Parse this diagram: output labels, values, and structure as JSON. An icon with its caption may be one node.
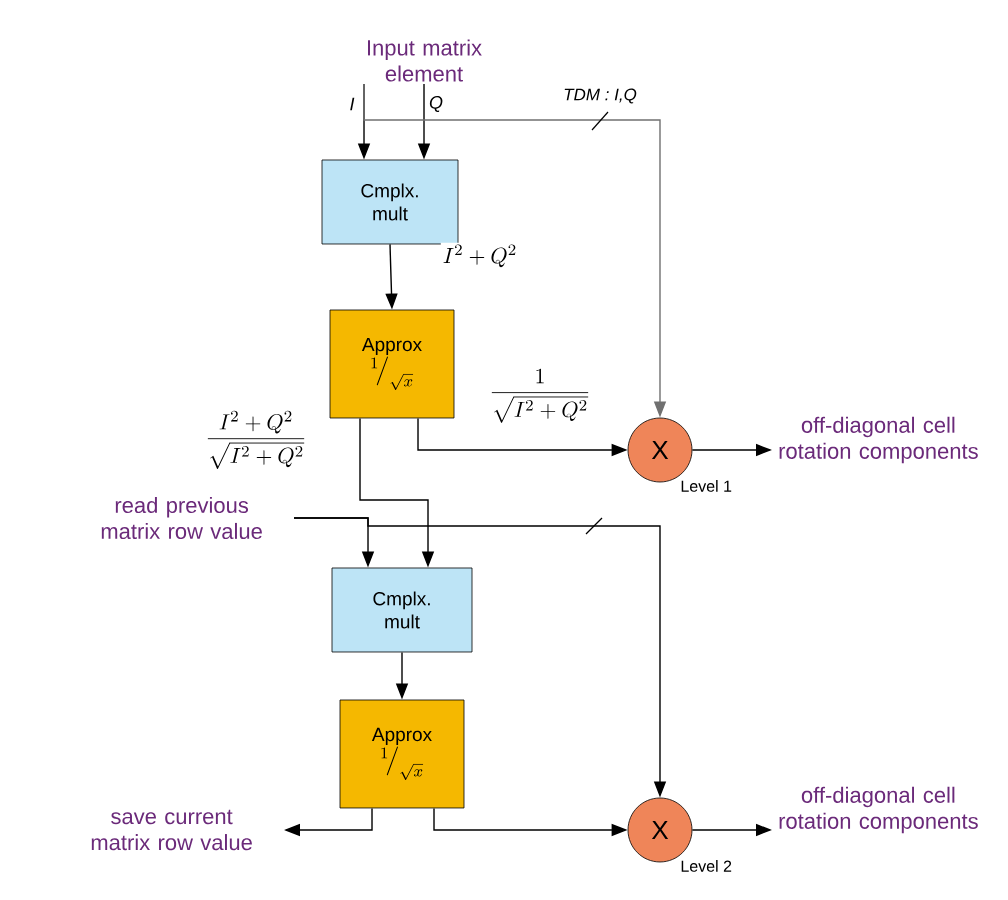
{
  "diagram": {
    "nodes": [
      {
        "text": [
          "Input matrix element"
        ]
      },
      {
        "text": [
          "Cmplx. mult"
        ]
      },
      {
        "text": [
          "Approx",
          "{}^{1}\\!\\big/_{\\sqrt{x}}"
        ]
      },
      {
        "text": [
          "X"
        ],
        "beside": [
          "Level 1"
        ]
      },
      {
        "text": [
          "off-diagonal cell rotation components"
        ]
      },
      {
        "text": [
          "read previous matrix row value"
        ]
      },
      {
        "text": [
          "Cmplx. mult"
        ]
      },
      {
        "text": [
          "Approx",
          "{}^{1}\\!\\big/_{\\sqrt{x}}"
        ]
      },
      {
        "text": [
          "X"
        ],
        "beside": [
          "Level 2"
        ]
      },
      {
        "text": [
          "off-diagonal cell rotation components"
        ]
      },
      {
        "text": [
          "save current matrix row value"
        ]
      }
    ],
    "edges": [
      {
        "from": 0,
        "to": 1,
        "arrow": "to",
        "label": "I"
      },
      {
        "from": 0,
        "to": 1,
        "arrow": "to",
        "label": "Q"
      },
      {
        "from": 0,
        "to": 3,
        "arrow": "to",
        "label": "TDM : I,Q",
        "color": "#707070"
      },
      {
        "from": 1,
        "to": 2,
        "arrow": "to",
        "label": "I^2+Q^2"
      },
      {
        "from": 2,
        "to": 3,
        "arrow": "to",
        "label": "\\frac{1}{\\sqrt{I^2+Q^2}}"
      },
      {
        "from": 2,
        "to": 6,
        "arrow": "to",
        "label": "\\frac{I^2+Q^2}{\\sqrt{I^2+Q^2}}"
      },
      {
        "from": 3,
        "to": 4,
        "arrow": "to"
      },
      {
        "from": 5,
        "to": 6,
        "arrow": "to"
      },
      {
        "from": 5,
        "to": 8,
        "arrow": "to"
      },
      {
        "from": 6,
        "to": 7,
        "arrow": "to"
      },
      {
        "from": 7,
        "to": 10,
        "arrow": "to"
      },
      {
        "from": 7,
        "to": 8,
        "arrow": "to"
      },
      {
        "from": 8,
        "to": 9,
        "arrow": "to"
      }
    ]
  }
}
